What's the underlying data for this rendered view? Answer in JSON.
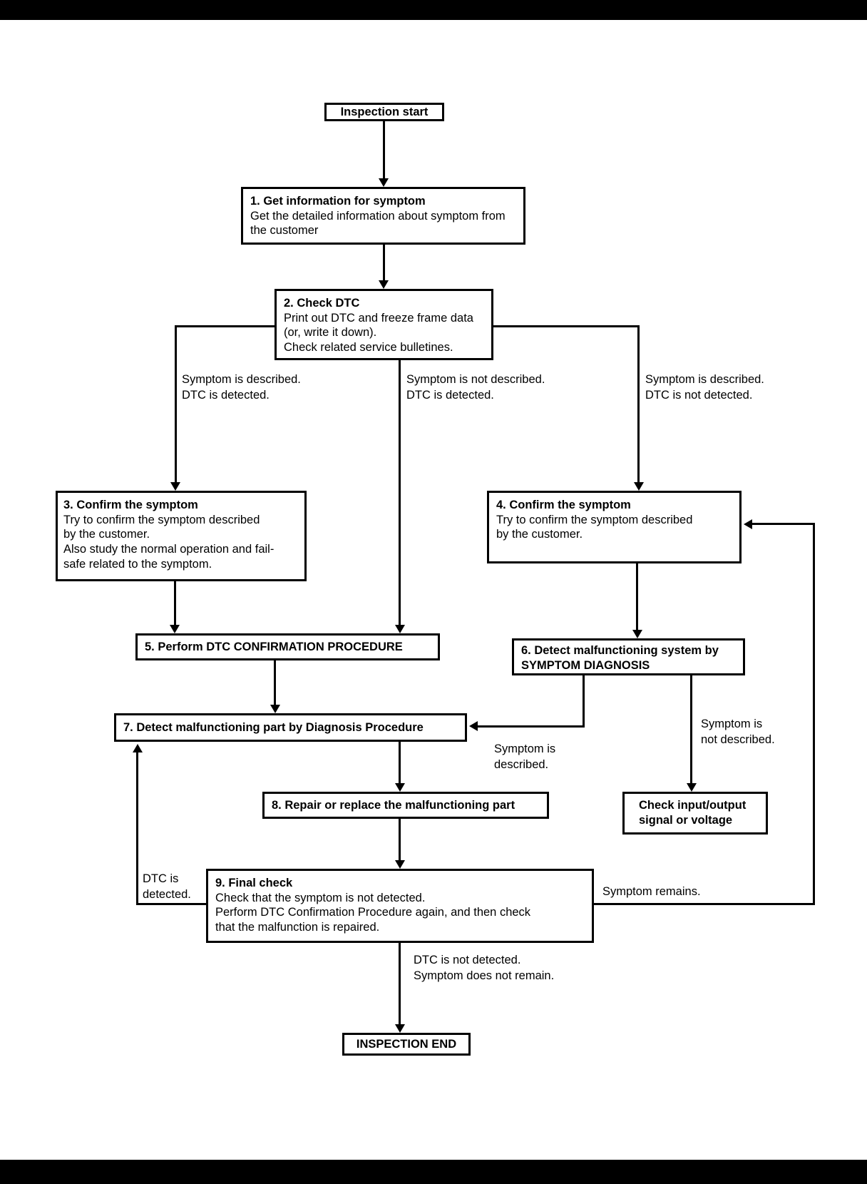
{
  "flowchart": {
    "start": {
      "label": "Inspection start"
    },
    "step1": {
      "title": "1. Get information for symptom",
      "body": "Get the detailed information about symptom from\nthe customer"
    },
    "step2": {
      "title": "2. Check DTC",
      "body": "Print out DTC and freeze frame data\n(or, write it down).\nCheck related service bulletines."
    },
    "step3": {
      "title": "3. Confirm the symptom",
      "body": "Try to confirm the symptom described\nby the customer.\nAlso study the normal operation and fail-\nsafe related to the symptom."
    },
    "step4": {
      "title": "4. Confirm the symptom",
      "body": "Try to confirm the symptom described\nby the customer."
    },
    "step5": {
      "title": "5. Perform DTC CONFIRMATION PROCEDURE"
    },
    "step6": {
      "title": "6. Detect malfunctioning system by\nSYMPTOM DIAGNOSIS"
    },
    "step7": {
      "title": "7. Detect malfunctioning part by Diagnosis Procedure"
    },
    "step8": {
      "title": "8. Repair or replace the malfunctioning part"
    },
    "check_io": {
      "title": "Check input/output\nsignal or voltage"
    },
    "step9": {
      "title": "9. Final check",
      "body": "Check that the symptom is not detected.\nPerform DTC Confirmation Procedure again, and then check\nthat the malfunction is repaired."
    },
    "end": {
      "label": "INSPECTION END"
    },
    "labels": {
      "branch_left": "Symptom is described.\nDTC is detected.",
      "branch_mid": "Symptom is not described.\nDTC is detected.",
      "branch_right": "Symptom is described.\nDTC is not detected.",
      "symptom_described": "Symptom is\ndescribed.",
      "symptom_not_described": "Symptom is\nnot described.",
      "dtc_detected": "DTC is\ndetected.",
      "symptom_remains": "Symptom remains.",
      "to_end": "DTC is not detected.\nSymptom does not remain."
    },
    "colors": {
      "line": "#000000",
      "background": "#ffffff",
      "text": "#000000"
    }
  }
}
